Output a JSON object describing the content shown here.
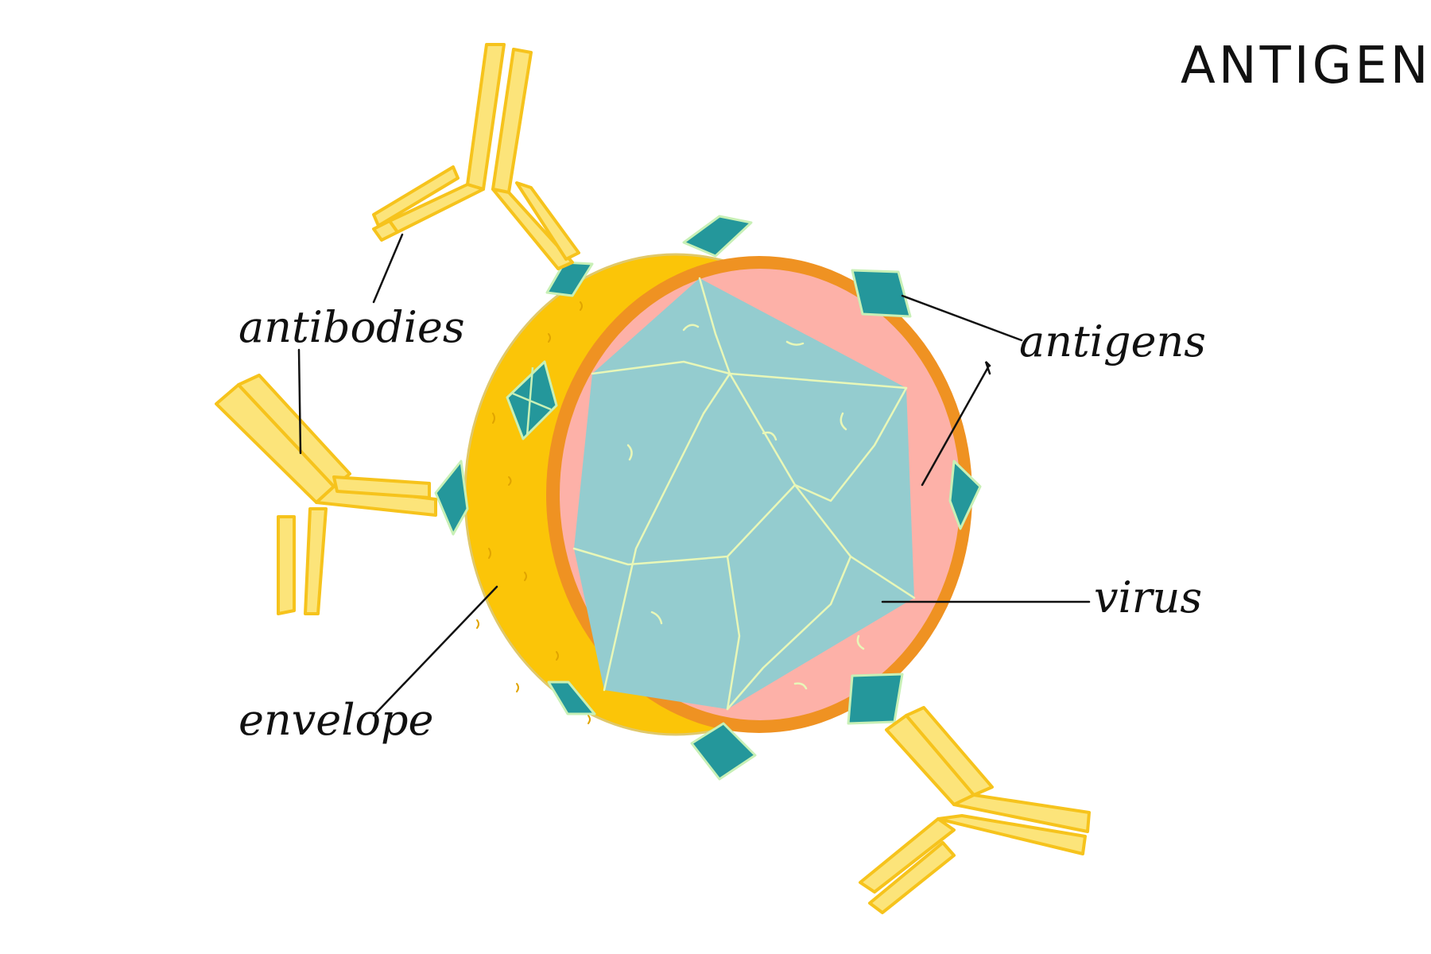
{
  "title": "ANTIGEN",
  "labels": {
    "antibodies": "antibodies",
    "antigens": "antigens",
    "virus": "virus",
    "envelope": "envelope"
  },
  "colors": {
    "antibody_fill": "#fce47a",
    "antibody_stroke": "#f6c31c",
    "envelope": "#fbc508",
    "membrane": "#ef9222",
    "matrix": "#fdb1a8",
    "capsid": "#94cccf",
    "capsid_lines": "#e8f7b8",
    "antigen_fill": "#24979b",
    "antigen_stroke": "#c8f0b6",
    "ink": "#111111"
  }
}
